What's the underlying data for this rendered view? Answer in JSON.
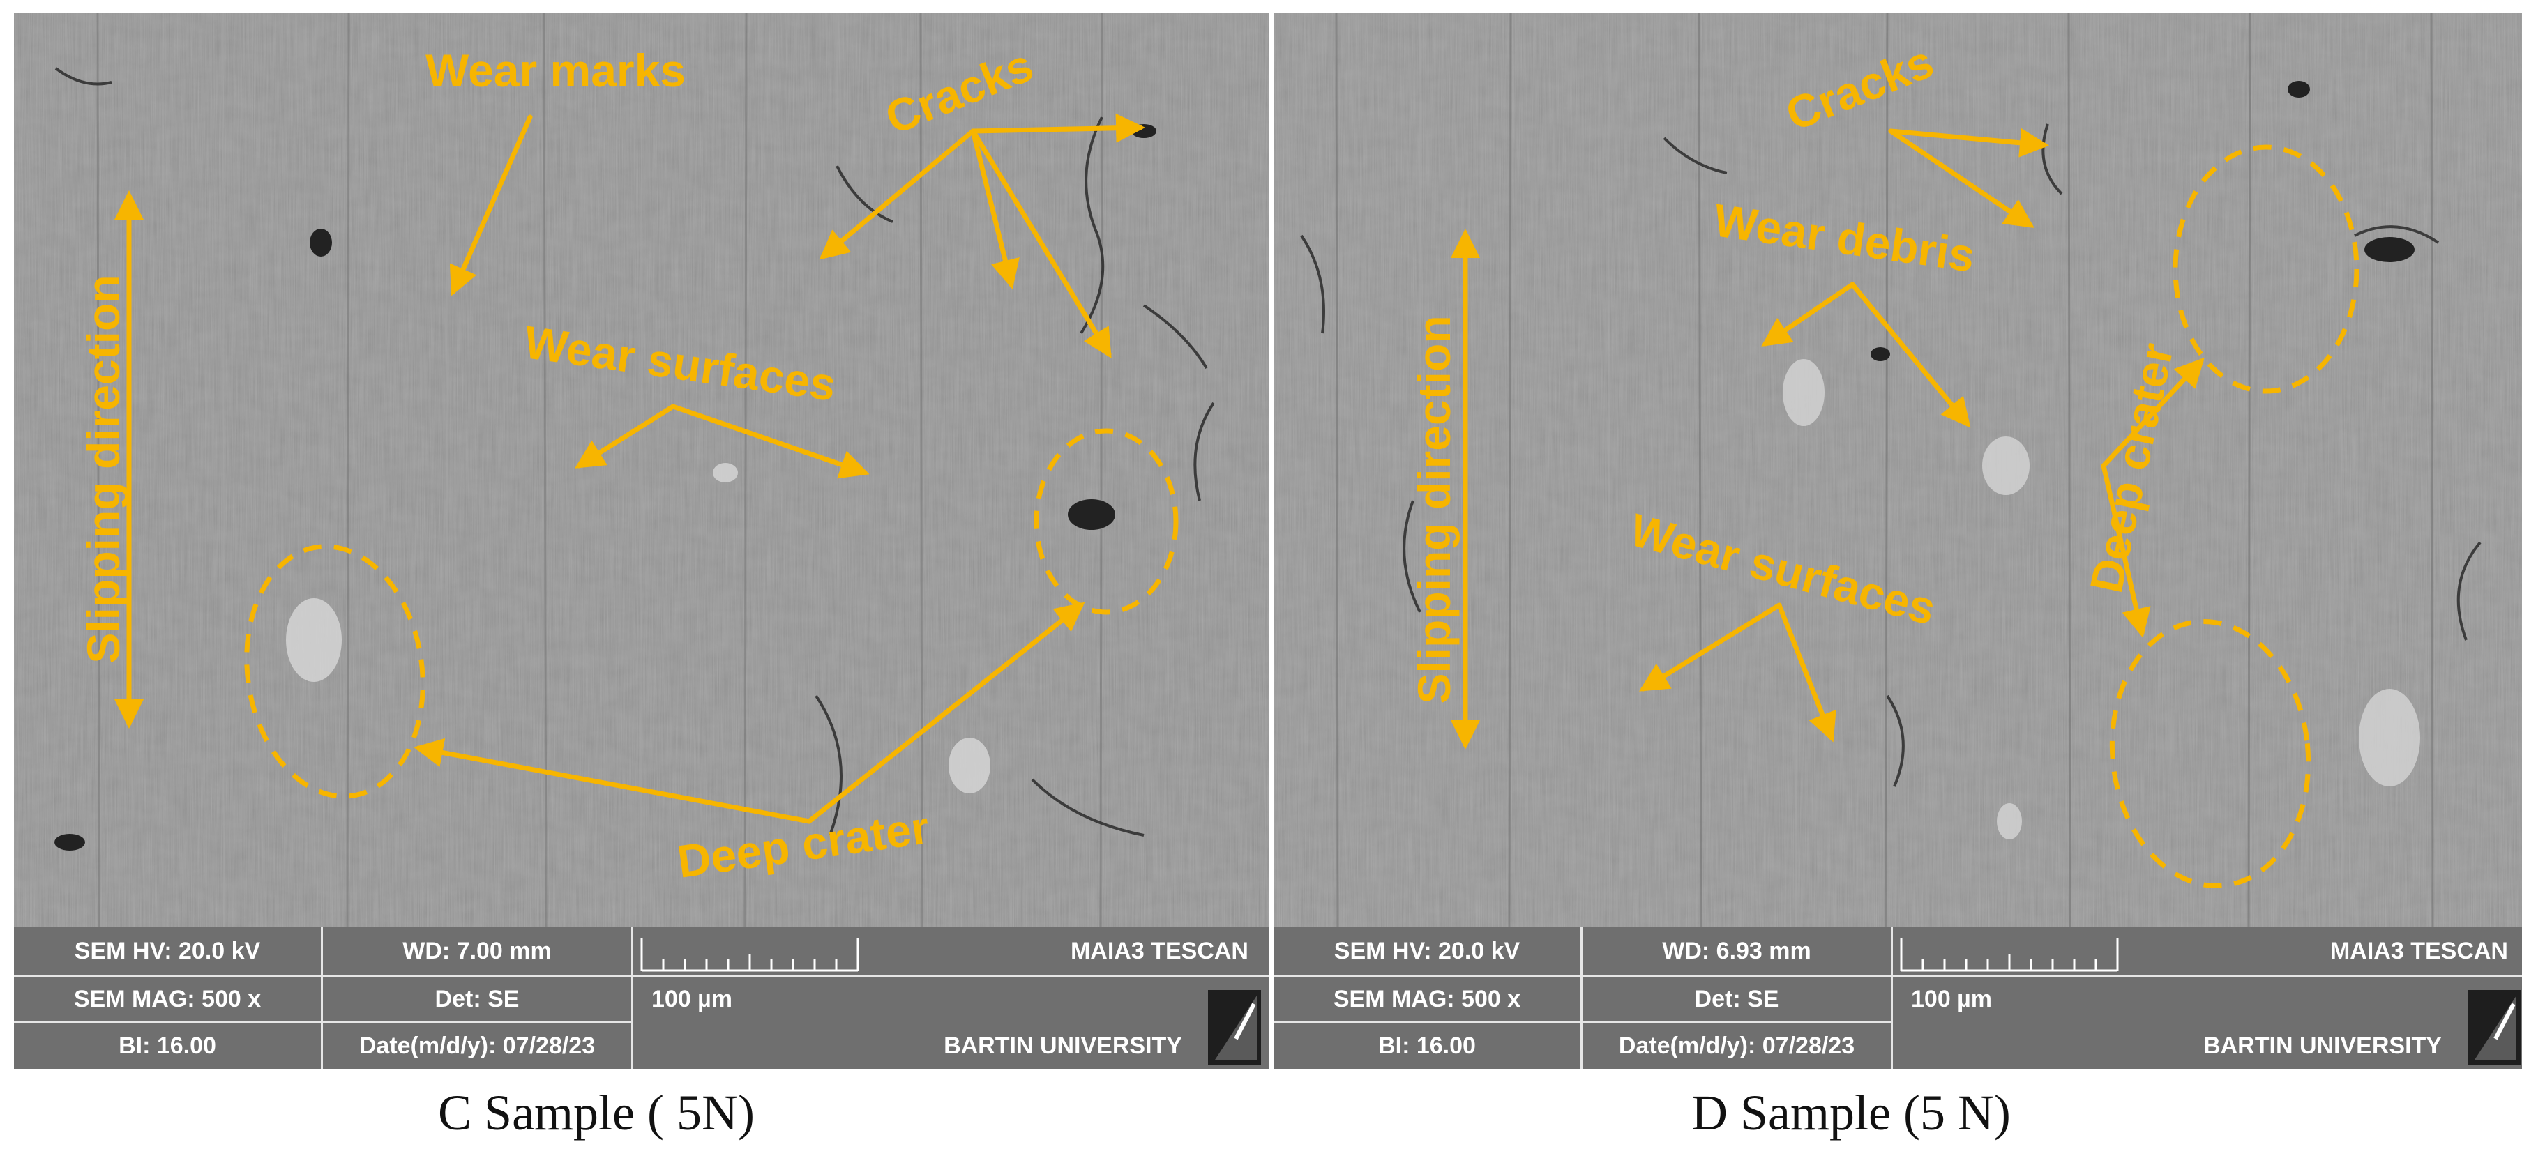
{
  "panels": {
    "c": {
      "labels": {
        "wear_marks": "Wear marks",
        "cracks": "Cracks",
        "slipping_direction": "Slipping direction",
        "wear_surfaces": "Wear surfaces",
        "deep_crater": "Deep crater"
      },
      "databar": {
        "hv": "SEM HV: 20.0 kV",
        "wd": "WD: 7.00 mm",
        "brand": "MAIA3 TESCAN",
        "mag": "SEM MAG: 500 x",
        "det": "Det: SE",
        "scale": "100 µm",
        "bi": "BI: 16.00",
        "date": "Date(m/d/y): 07/28/23",
        "institution": "BARTIN UNIVERSITY"
      },
      "caption": "C Sample ( 5N)"
    },
    "d": {
      "labels": {
        "cracks": "Cracks",
        "wear_debris": "Wear debris",
        "slipping_direction": "Slipping direction",
        "deep_crater": "Deep crater",
        "wear_surfaces": "Wear surfaces"
      },
      "databar": {
        "hv": "SEM HV: 20.0 kV",
        "wd": "WD: 6.93 mm",
        "brand": "MAIA3 TESCAN",
        "mag": "SEM MAG: 500 x",
        "det": "Det: SE",
        "scale": "100 µm",
        "bi": "BI: 16.00",
        "date": "Date(m/d/y): 07/28/23",
        "institution": "BARTIN UNIVERSITY"
      },
      "caption": "D Sample (5 N)"
    }
  },
  "colors": {
    "annotation": "#f7b500",
    "databar": "#6f6f6f",
    "surface": "#8a8a8a"
  }
}
